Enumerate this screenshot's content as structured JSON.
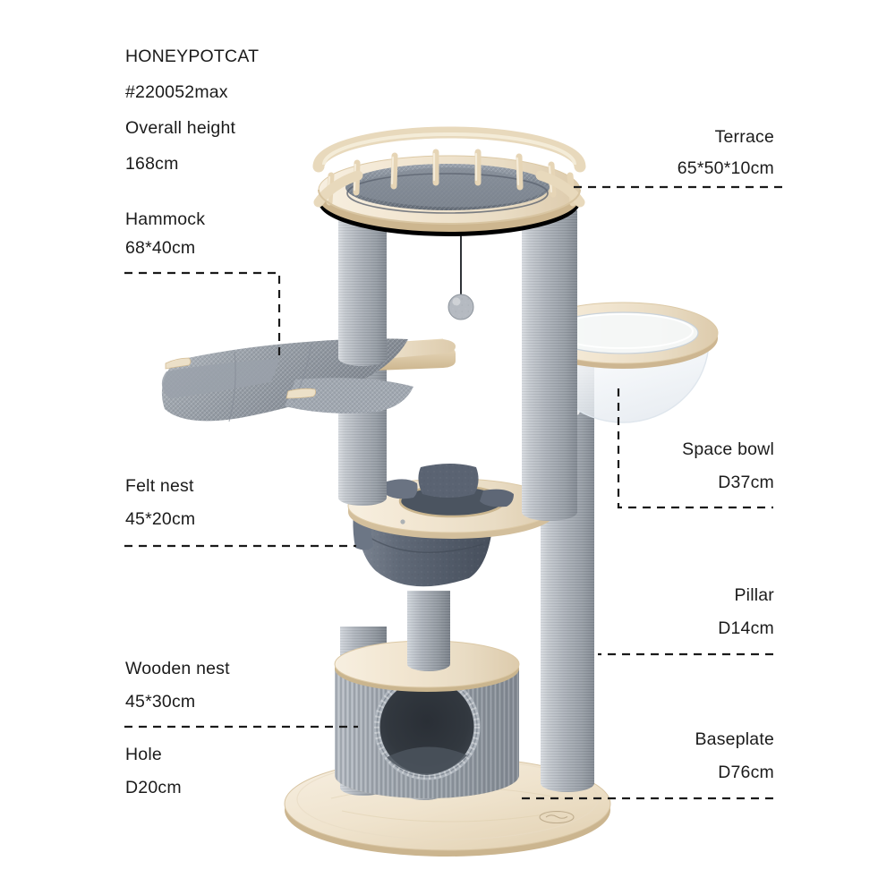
{
  "product": {
    "brand": "HONEYPOTCAT",
    "model": "#220052max",
    "overall_height_label": "Overall height",
    "overall_height_value": "168cm"
  },
  "callouts": {
    "hammock": {
      "name": "Hammock",
      "size": "68*40cm"
    },
    "felt_nest": {
      "name": "Felt nest",
      "size": "45*20cm"
    },
    "wooden_nest": {
      "name": "Wooden nest",
      "size": "45*30cm"
    },
    "hole": {
      "name": "Hole",
      "size": "D20cm"
    },
    "terrace": {
      "name": "Terrace",
      "size": "65*50*10cm"
    },
    "space_bowl": {
      "name": "Space bowl",
      "size": "D37cm"
    },
    "pillar": {
      "name": "Pillar",
      "size": "D14cm"
    },
    "baseplate": {
      "name": "Baseplate",
      "size": "D76cm"
    }
  },
  "colors": {
    "text": "#1b1b1b",
    "leader_line": "#1a1a1a",
    "wood_light": "#f0e4cf",
    "wood_mid": "#e3d2b4",
    "wood_edge": "#cdb78f",
    "sisal_light": "#c9cdd2",
    "sisal_mid": "#a7adb5",
    "sisal_dark": "#7e858e",
    "felt_dark": "#565f6d",
    "felt_mid": "#6b7482",
    "cushion": "#767f8b",
    "acrylic": "#f2f5f8",
    "background": "#ffffff"
  }
}
